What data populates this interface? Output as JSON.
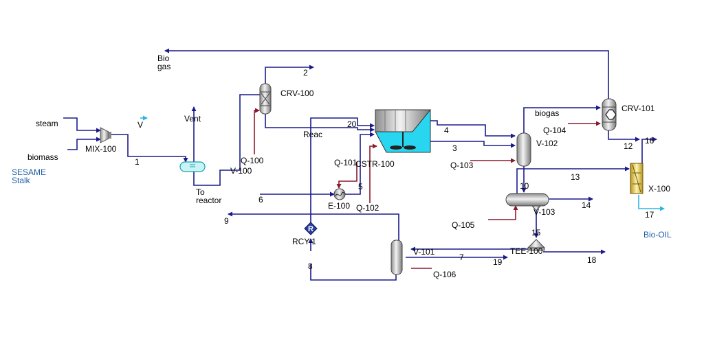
{
  "colors": {
    "material_stream": "#1a1a8c",
    "energy_stream": "#8b1a2e",
    "product_stream": "#29b6e6",
    "label_blue": "#1f5fa8"
  },
  "labels": {
    "bio_gas_top": "Bio\ngas",
    "stream_2": "2",
    "crv100": "CRV-100",
    "steam": "steam",
    "biomass": "biomass",
    "mix100": "MIX-100",
    "v_stream": "V",
    "vent": "Vent",
    "stream_1": "1",
    "sesame": "SESAME\nStalk",
    "q100": "Q-100",
    "v100": "V-100",
    "to_reactor": "To\nreactor",
    "stream_20": "20",
    "reac": "Reac",
    "stream_4": "4",
    "stream_3": "3",
    "cstr100": "CSTR-100",
    "q101": "Q-101",
    "stream_5": "5",
    "stream_6": "6",
    "e100": "E-100",
    "q102": "Q-102",
    "stream_9": "9",
    "rcy1": "RCY-1",
    "stream_8": "8",
    "biogas": "biogas",
    "crv101": "CRV-101",
    "q104": "Q-104",
    "v102": "V-102",
    "stream_12": "12",
    "stream_16": "16",
    "q103": "Q-103",
    "stream_10": "10",
    "stream_13": "13",
    "x100": "X-100",
    "stream_14": "14",
    "v103": "V-103",
    "stream_17": "17",
    "q105": "Q-105",
    "stream_15": "15",
    "bio_oil": "Bio-OIL",
    "tee100": "TEE-100",
    "v101": "V-101",
    "stream_7": "7",
    "stream_19": "19",
    "stream_18": "18",
    "q106": "Q-106"
  }
}
